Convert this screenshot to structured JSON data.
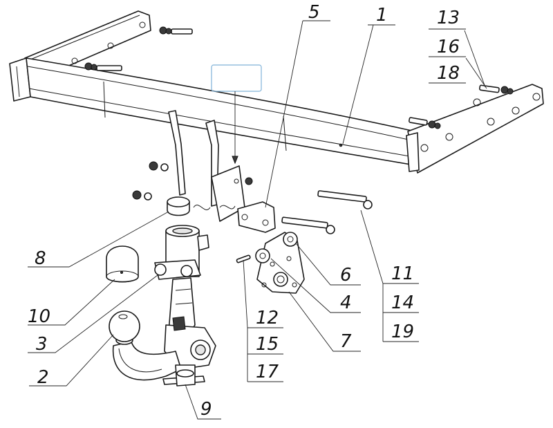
{
  "callouts": {
    "c1": "1",
    "c2": "2",
    "c3": "3",
    "c4": "4",
    "c5": "5",
    "c6": "6",
    "c7": "7",
    "c8": "8",
    "c9": "9",
    "c10": "10",
    "c11": "11",
    "c12": "12",
    "c13": "13",
    "c14": "14",
    "c15": "15",
    "c16": "16",
    "c17": "17",
    "c18": "18",
    "c19": "19"
  },
  "colors": {
    "line": "#1a1a1a",
    "highlight_box": "#7fb2d8"
  }
}
